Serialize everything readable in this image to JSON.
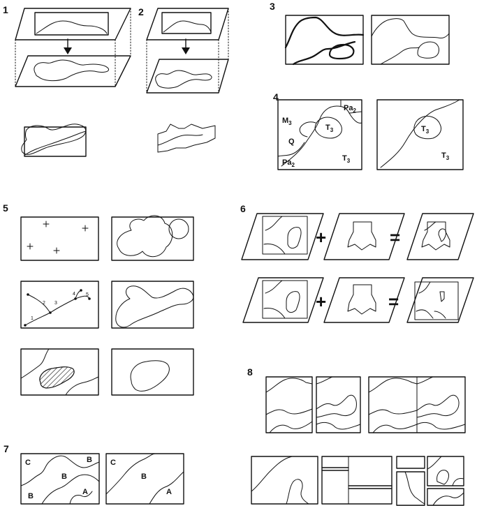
{
  "panels": {
    "p1": "1",
    "p2": "2",
    "p3": "3",
    "p4": "4",
    "p5": "5",
    "p6": "6",
    "p7": "7",
    "p8": "8"
  },
  "panel4": {
    "left": {
      "m": "M",
      "m_sub": "3",
      "q": "Q",
      "pa_top": "Pa",
      "pa_top_sub": "2",
      "pa_bot": "Pa",
      "pa_bot_sub": "2",
      "t_in": "T",
      "t_in_sub": "3",
      "t_out": "T",
      "t_out_sub": "3"
    },
    "right": {
      "t_in": "T",
      "t_in_sub": "3",
      "t_out": "T",
      "t_out_sub": "3"
    }
  },
  "panel5": {
    "pts": [
      "1",
      "2",
      "3",
      "4",
      "5"
    ]
  },
  "panel6": {
    "plus": "+",
    "equals": "="
  },
  "panel7": {
    "left": {
      "c": "C",
      "b_tr": "B",
      "b_mid": "B",
      "b_bl": "B",
      "a": "A"
    },
    "right": {
      "c": "C",
      "b_mid": "B",
      "a": "A"
    }
  }
}
